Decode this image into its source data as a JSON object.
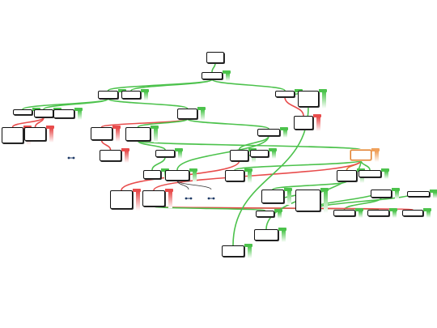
{
  "colors": {
    "pro": "#4cc24c",
    "con": "#e84c4c",
    "selected": "#e07b2a",
    "link": "#333333"
  },
  "nodes": [
    {
      "id": "root",
      "label": "",
      "kind": "root"
    },
    {
      "id": "n1",
      "label": "",
      "kind": "pro"
    },
    {
      "id": "n2",
      "label": "",
      "kind": "pro"
    },
    {
      "id": "n3",
      "label": "",
      "kind": "pro"
    },
    {
      "id": "n4",
      "label": "",
      "kind": "pro"
    },
    {
      "id": "n5",
      "label": "",
      "kind": "pro"
    },
    {
      "id": "n6",
      "label": "",
      "kind": "con"
    },
    {
      "id": "n7",
      "label": "",
      "kind": "pro"
    },
    {
      "id": "n8",
      "label": "",
      "kind": "pro"
    },
    {
      "id": "n9",
      "label": "",
      "kind": "pro"
    },
    {
      "id": "n10",
      "label": "",
      "kind": "pro"
    },
    {
      "id": "n11",
      "label": "",
      "kind": "con"
    },
    {
      "id": "n12",
      "label": "",
      "kind": "con"
    },
    {
      "id": "n13",
      "label": "",
      "kind": "con"
    },
    {
      "id": "n14",
      "label": "",
      "kind": "con"
    },
    {
      "id": "n15",
      "label": "",
      "kind": "pro"
    },
    {
      "id": "n16",
      "label": "",
      "kind": "pro"
    },
    {
      "id": "n17",
      "label": "",
      "kind": "pro"
    },
    {
      "id": "n18",
      "label": "",
      "kind": "pro"
    },
    {
      "id": "n19",
      "label": "",
      "kind": "con"
    },
    {
      "id": "n20",
      "label": "",
      "kind": "pro"
    },
    {
      "id": "n21",
      "label": "",
      "kind": "pro"
    },
    {
      "id": "n22",
      "label": "",
      "kind": "pro"
    },
    {
      "id": "n23",
      "label": "",
      "kind": "pro"
    },
    {
      "id": "n24",
      "label": "",
      "kind": "con"
    },
    {
      "id": "n25",
      "label": "",
      "kind": "pro"
    },
    {
      "id": "n26",
      "label": "",
      "kind": "selected"
    },
    {
      "id": "n27",
      "label": "",
      "kind": "pro"
    },
    {
      "id": "n28",
      "label": "",
      "kind": "pro"
    },
    {
      "id": "n29",
      "label": "",
      "kind": "con"
    },
    {
      "id": "n30",
      "label": "",
      "kind": "pro"
    },
    {
      "id": "n31",
      "label": "",
      "kind": "pro"
    },
    {
      "id": "n32",
      "label": "",
      "kind": "pro"
    },
    {
      "id": "n33",
      "label": "",
      "kind": "pro"
    },
    {
      "id": "n34",
      "label": "",
      "kind": "pro"
    },
    {
      "id": "n35",
      "label": "",
      "kind": "pro"
    },
    {
      "id": "n36",
      "label": "",
      "kind": "pro"
    },
    {
      "id": "n37",
      "label": "",
      "kind": "pro"
    },
    {
      "id": "n38",
      "label": "",
      "kind": "pro"
    },
    {
      "id": "n39",
      "label": "",
      "kind": "pro"
    },
    {
      "id": "n40",
      "label": "",
      "kind": "pro"
    }
  ],
  "edges": [
    {
      "from": "root",
      "to": "n1",
      "kind": "pro"
    },
    {
      "from": "n1",
      "to": "n2",
      "kind": "pro"
    },
    {
      "from": "n1",
      "to": "n3",
      "kind": "pro"
    },
    {
      "from": "n1",
      "to": "n4",
      "kind": "pro"
    },
    {
      "from": "n4",
      "to": "n5",
      "kind": "pro"
    },
    {
      "from": "n4",
      "to": "n6",
      "kind": "con"
    },
    {
      "from": "n2",
      "to": "n7",
      "kind": "pro"
    },
    {
      "from": "n2",
      "to": "n8",
      "kind": "pro"
    },
    {
      "from": "n2",
      "to": "n9",
      "kind": "pro"
    },
    {
      "from": "n8",
      "to": "n11",
      "kind": "con"
    },
    {
      "from": "n8",
      "to": "n12",
      "kind": "con"
    },
    {
      "from": "n8",
      "to": "n10",
      "kind": "pro"
    },
    {
      "from": "n9",
      "to": "n13",
      "kind": "con"
    },
    {
      "from": "n9",
      "to": "n15",
      "kind": "pro"
    },
    {
      "from": "n9",
      "to": "n16",
      "kind": "pro"
    },
    {
      "from": "n13",
      "to": "n14",
      "kind": "con"
    },
    {
      "from": "n16",
      "to": "n17",
      "kind": "pro"
    },
    {
      "from": "n16",
      "to": "n18",
      "kind": "pro"
    },
    {
      "from": "n16",
      "to": "n26",
      "kind": "pro"
    },
    {
      "from": "n17",
      "to": "n20",
      "kind": "pro"
    },
    {
      "from": "n15",
      "to": "n21",
      "kind": "pro"
    },
    {
      "from": "n15",
      "to": "n22",
      "kind": "pro"
    },
    {
      "from": "n22",
      "to": "n23",
      "kind": "pro"
    },
    {
      "from": "n22",
      "to": "n24",
      "kind": "con"
    },
    {
      "from": "n26",
      "to": "n27",
      "kind": "selected"
    },
    {
      "from": "n26",
      "to": "n28",
      "kind": "pro"
    },
    {
      "from": "n26",
      "to": "n29",
      "kind": "con"
    },
    {
      "from": "n26",
      "to": "n30",
      "kind": "pro"
    },
    {
      "from": "n27",
      "to": "n31",
      "kind": "pro"
    },
    {
      "from": "n31",
      "to": "n32",
      "kind": "pro"
    },
    {
      "from": "n32",
      "to": "n33",
      "kind": "pro"
    },
    {
      "from": "n32",
      "to": "n34",
      "kind": "pro"
    },
    {
      "from": "n33",
      "to": "n35",
      "kind": "pro"
    },
    {
      "from": "n29",
      "to": "n36",
      "kind": "pro"
    },
    {
      "from": "n29",
      "to": "n37",
      "kind": "con"
    },
    {
      "from": "n29",
      "to": "n38",
      "kind": "pro"
    },
    {
      "from": "n26",
      "to": "n39",
      "kind": "pro"
    },
    {
      "from": "n5",
      "to": "n40",
      "kind": "pro"
    }
  ],
  "attachments": [
    {
      "id": "a1",
      "icon": "document-link-icon",
      "label": ""
    },
    {
      "id": "a2",
      "icon": "document-link-icon",
      "label": ""
    },
    {
      "id": "a3",
      "icon": "document-link-icon",
      "label": ""
    }
  ]
}
